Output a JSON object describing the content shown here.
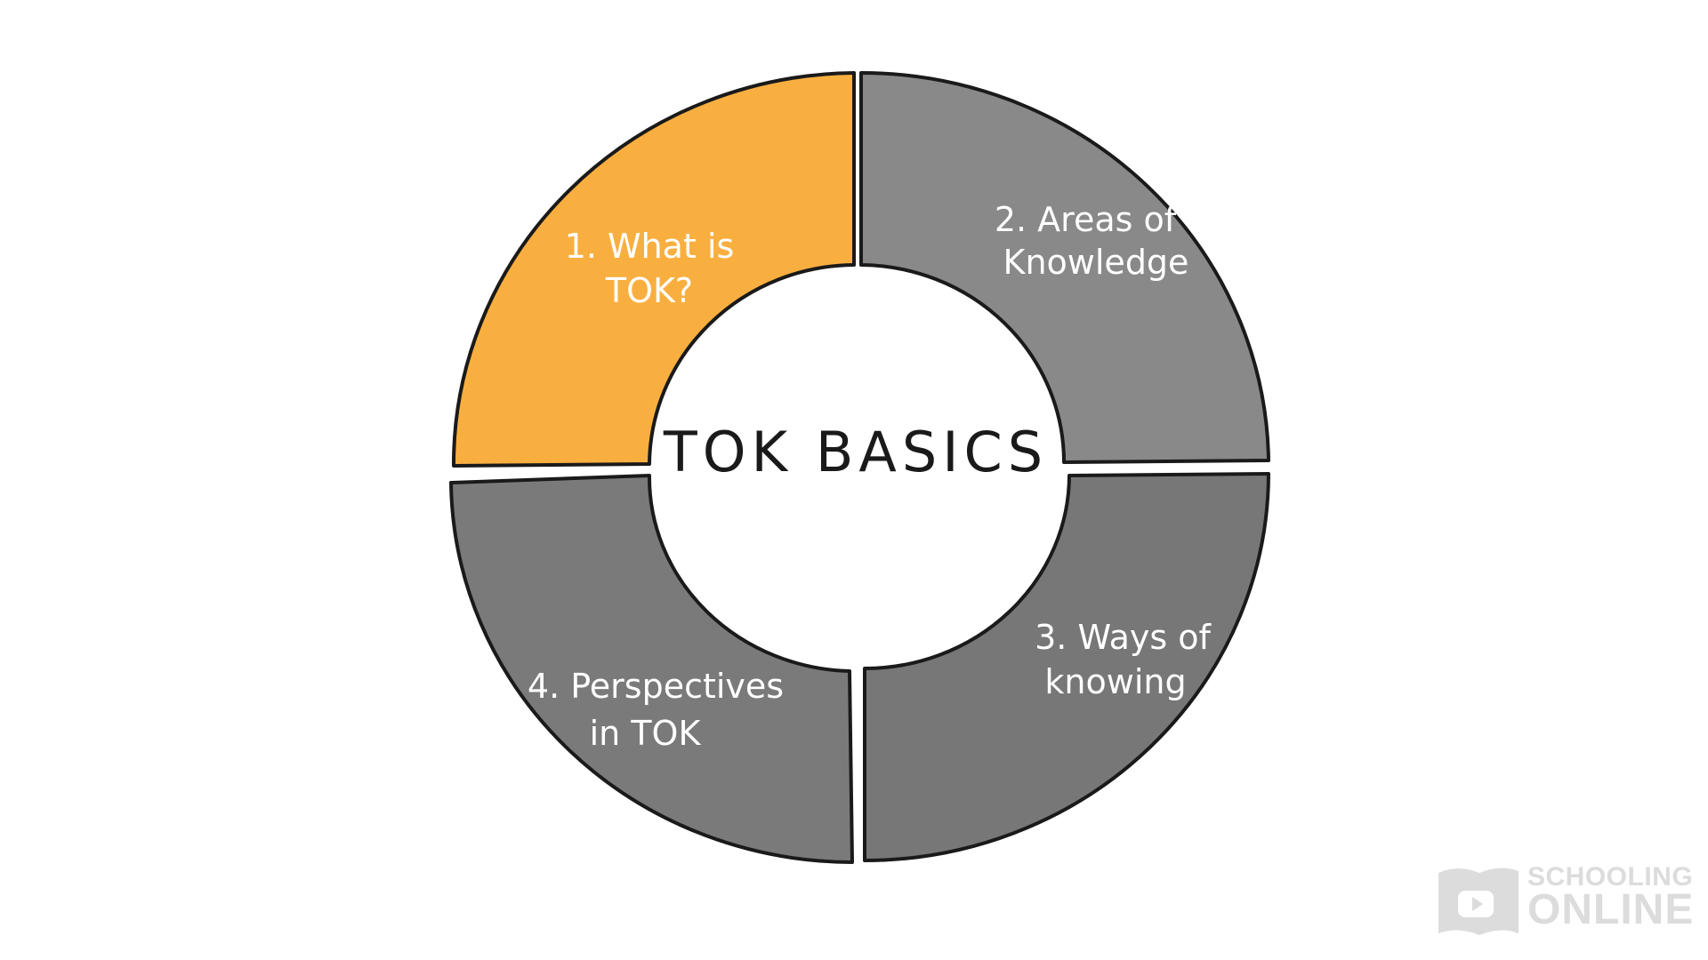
{
  "diagram": {
    "title": "TOK BASICS",
    "segments": [
      {
        "line1": "1. What is",
        "line2": "TOK?",
        "color": "#F9AF40",
        "position": "top-left"
      },
      {
        "line1": "2. Areas of",
        "line2": "Knowledge",
        "color": "#898989",
        "position": "top-right"
      },
      {
        "line1": "3. Ways of",
        "line2": "knowing",
        "color": "#777777",
        "position": "bottom-right"
      },
      {
        "line1": "4. Perspectives",
        "line2": "in TOK",
        "color": "#7A7A7A",
        "position": "bottom-left"
      }
    ],
    "outline_color": "#1a1a1a"
  },
  "watermark": {
    "line1": "SCHOOLING",
    "line2": "ONLINE",
    "icon": "book-play-icon",
    "color": "#dcdcdc"
  }
}
